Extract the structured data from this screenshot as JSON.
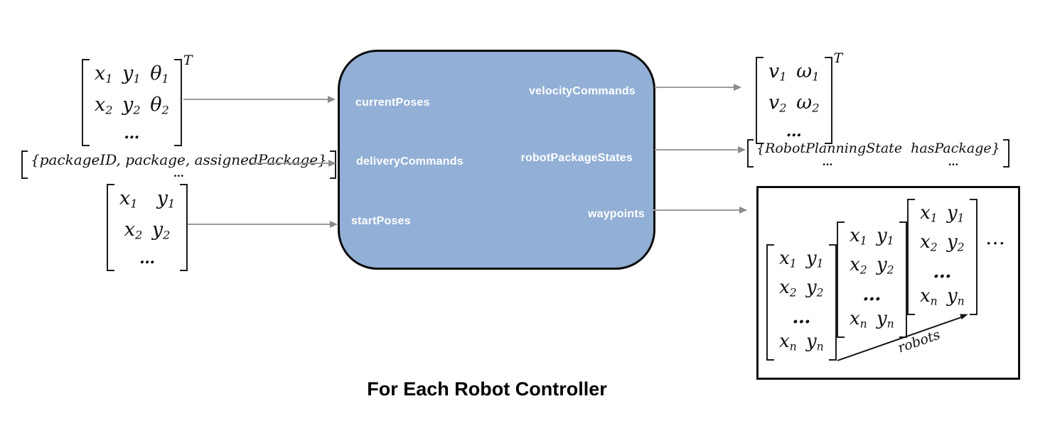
{
  "title": "For Each Robot Controller",
  "controller_block": {
    "fill_color": "#92AFD6",
    "inputs": [
      {
        "label": "currentPoses"
      },
      {
        "label": "deliveryCommands"
      },
      {
        "label": "startPoses"
      }
    ],
    "outputs": [
      {
        "label": "velocityCommands"
      },
      {
        "label": "robotPackageStates"
      },
      {
        "label": "waypoints"
      }
    ]
  },
  "expressions": {
    "currentPoses": {
      "rows": [
        "x₁ y₁ θ₁",
        "x₂ y₂ θ₂",
        "…"
      ],
      "sup": "T"
    },
    "deliveryCommands": {
      "line": "{packageID, package, assignedPackage}",
      "dots": "…"
    },
    "startPoses": {
      "rows": [
        "x₁  y₁",
        "x₂ y₂",
        "…"
      ]
    },
    "velocityCommands": {
      "rows": [
        "v₁ ω₁",
        "v₂ ω₂",
        "…"
      ],
      "sup": "T"
    },
    "robotPackageStates": {
      "line": "{RobotPlanningState  hasPackage}",
      "dots_left": "…",
      "dots_right": "…"
    },
    "waypoints": {
      "matrix_rows": [
        "x₁ y₁",
        "x₂ y₂",
        "…",
        "xₙ yₙ"
      ],
      "ellipsis": "…",
      "axis_label": "robots"
    }
  },
  "colors": {
    "block_fill": "#92AFD6",
    "block_border": "#000000",
    "arrow": "#9D9D9D",
    "box_border": "#000000"
  }
}
